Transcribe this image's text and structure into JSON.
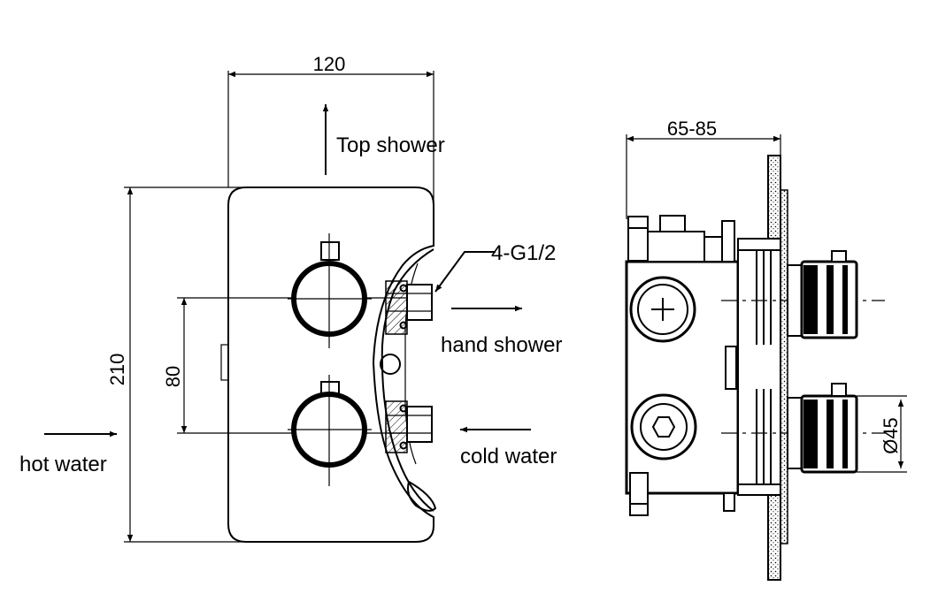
{
  "front_view": {
    "dim_width": "120",
    "dim_height": "210",
    "dim_spacing": "80",
    "label_top_shower": "Top shower",
    "label_thread": "4-G1/2",
    "label_hand_shower": "hand shower",
    "label_hot_water": "hot water",
    "label_cold_water": "cold water"
  },
  "side_view": {
    "dim_depth": "65-85",
    "dim_diameter": "Ø45"
  }
}
